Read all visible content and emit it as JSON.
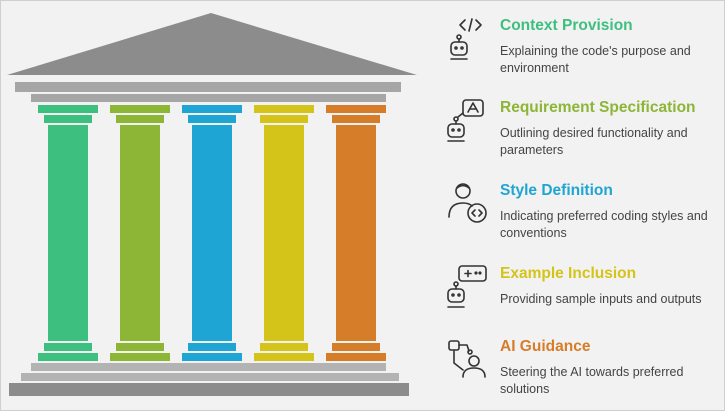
{
  "colors": {
    "roof": "#8c8c8c",
    "frieze": "#a6a6a6",
    "base": "#8c8c8c",
    "base_light": "#b3b3b3",
    "green": "#3dbf7f",
    "olive": "#8db536",
    "blue": "#1fa5d3",
    "yellow": "#d4c41a",
    "orange": "#d67d2a",
    "icon": "#333333"
  },
  "pillars": [
    {
      "name": "context",
      "color": "#3dbf7f"
    },
    {
      "name": "requirement",
      "color": "#8db536"
    },
    {
      "name": "style",
      "color": "#1fa5d3"
    },
    {
      "name": "example",
      "color": "#d4c41a"
    },
    {
      "name": "guidance",
      "color": "#d67d2a"
    }
  ],
  "items": [
    {
      "title": "Context Provision",
      "description": "Explaining the code's purpose and environment",
      "color": "#3dbf7f",
      "icon": "robot-code-icon"
    },
    {
      "title": "Requirement Specification",
      "description": "Outlining desired functionality and parameters",
      "color": "#8db536",
      "icon": "robot-letter-icon"
    },
    {
      "title": "Style Definition",
      "description": "Indicating preferred coding styles and conventions",
      "color": "#1fa5d3",
      "icon": "person-code-icon"
    },
    {
      "title": "Example Inclusion",
      "description": "Providing sample inputs and outputs",
      "color": "#d4c41a",
      "icon": "robot-gamepad-icon"
    },
    {
      "title": "AI Guidance",
      "description": "Steering the AI towards preferred solutions",
      "color": "#d67d2a",
      "icon": "person-robot-arm-icon"
    }
  ]
}
